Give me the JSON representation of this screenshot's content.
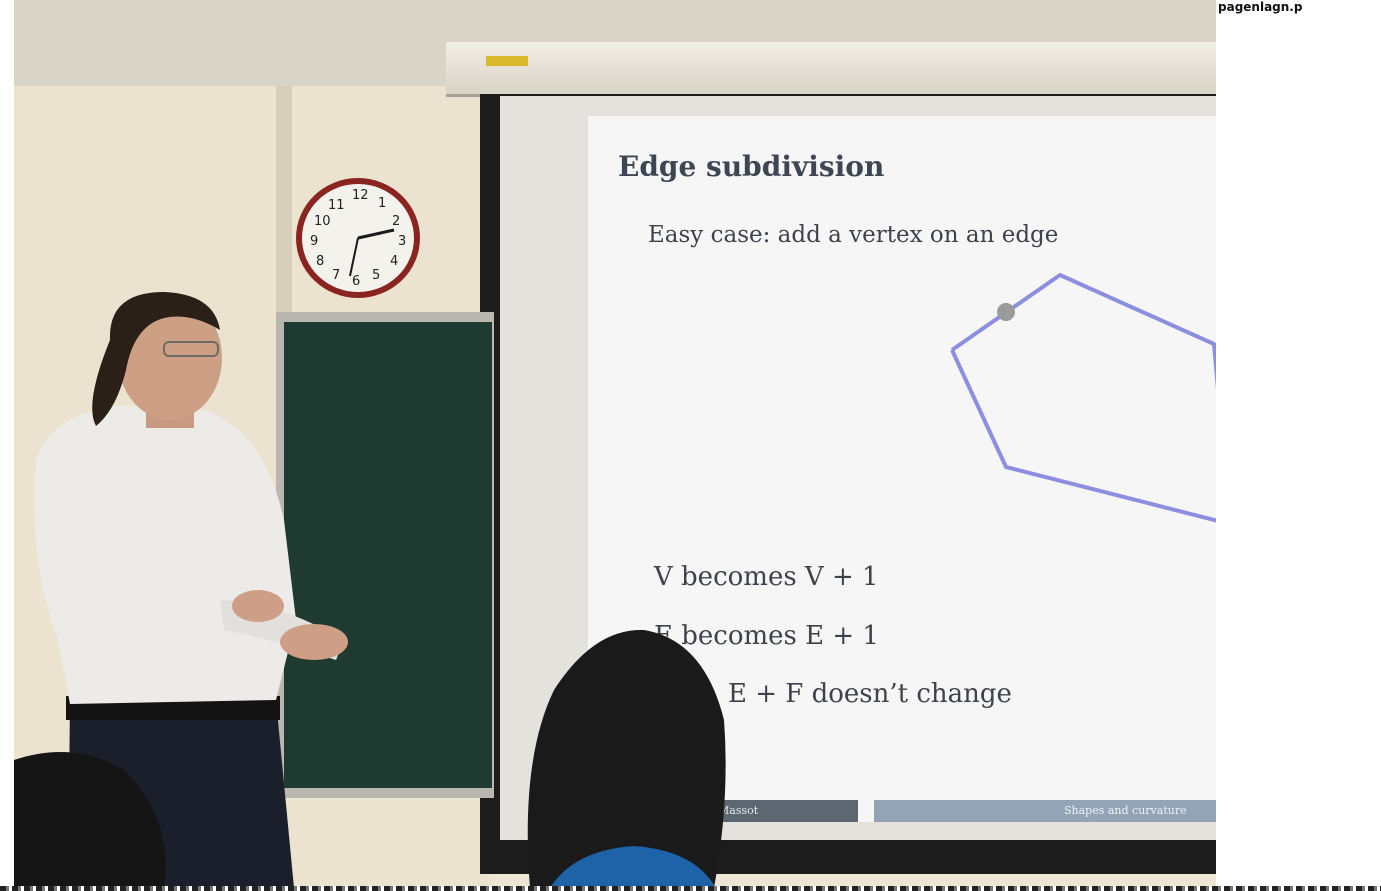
{
  "corner_overlay_text": "pagenlagn.p",
  "slide": {
    "title": "Edge subdivision",
    "subtitle": "Easy case: add a vertex on an edge",
    "lines": [
      "V becomes V + 1",
      "E becomes E + 1",
      "E + F doesn’t change"
    ],
    "footer_left": "Massot",
    "footer_right": "Shapes and curvature"
  },
  "clock": {
    "numbers": [
      "12",
      "1",
      "2",
      "3",
      "4",
      "5",
      "6",
      "7",
      "8",
      "9",
      "10",
      "11"
    ]
  },
  "colors": {
    "slide_background": "#f6f6f7",
    "slide_text": "#3e434b",
    "polygon_stroke": "#8c8ee0",
    "vertex_dot": "#9b9b9b",
    "footer_left": "#5d6772",
    "footer_right": "#93a4b6",
    "blackboard": "#1f3b31",
    "clock_rim": "#8a2420"
  }
}
